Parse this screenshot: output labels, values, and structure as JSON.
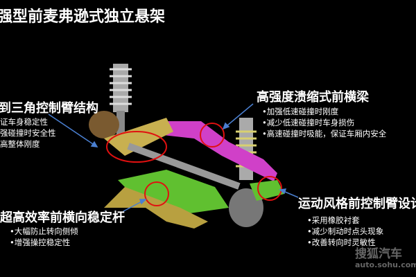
{
  "title": "强型前麦弗逊式独立悬架",
  "callouts": [
    {
      "heading": "到三角控制臂结构",
      "bullets": [
        "证车身稳定性",
        "强碰撞时安全性",
        "高整体刚度"
      ]
    },
    {
      "heading": "高强度溃缩式前横梁",
      "bullets": [
        "•加强低速碰撞时刚度",
        "•减少低速碰撞时车身损伤",
        "•高速碰撞时吸能，保证车厢内安全"
      ]
    },
    {
      "heading": "超高效率前横向稳定杆",
      "bullets": [
        "•大幅防止转向侧倾",
        "•增强操控稳定性"
      ]
    },
    {
      "heading": "运动风格前控制臂设计",
      "bullets": [
        "•采用橡胶衬套",
        "•减少制动时点头现象",
        "•改善转向时灵敏性"
      ]
    }
  ],
  "watermark": {
    "brand": "搜狐汽车",
    "url": "auto.sohu.com"
  },
  "colors": {
    "arrow": "#4a7fd0",
    "highlight": "#e01010",
    "crossmember": "#d040c8",
    "arm": "#c8b050",
    "stabilizer": "#60c030"
  }
}
